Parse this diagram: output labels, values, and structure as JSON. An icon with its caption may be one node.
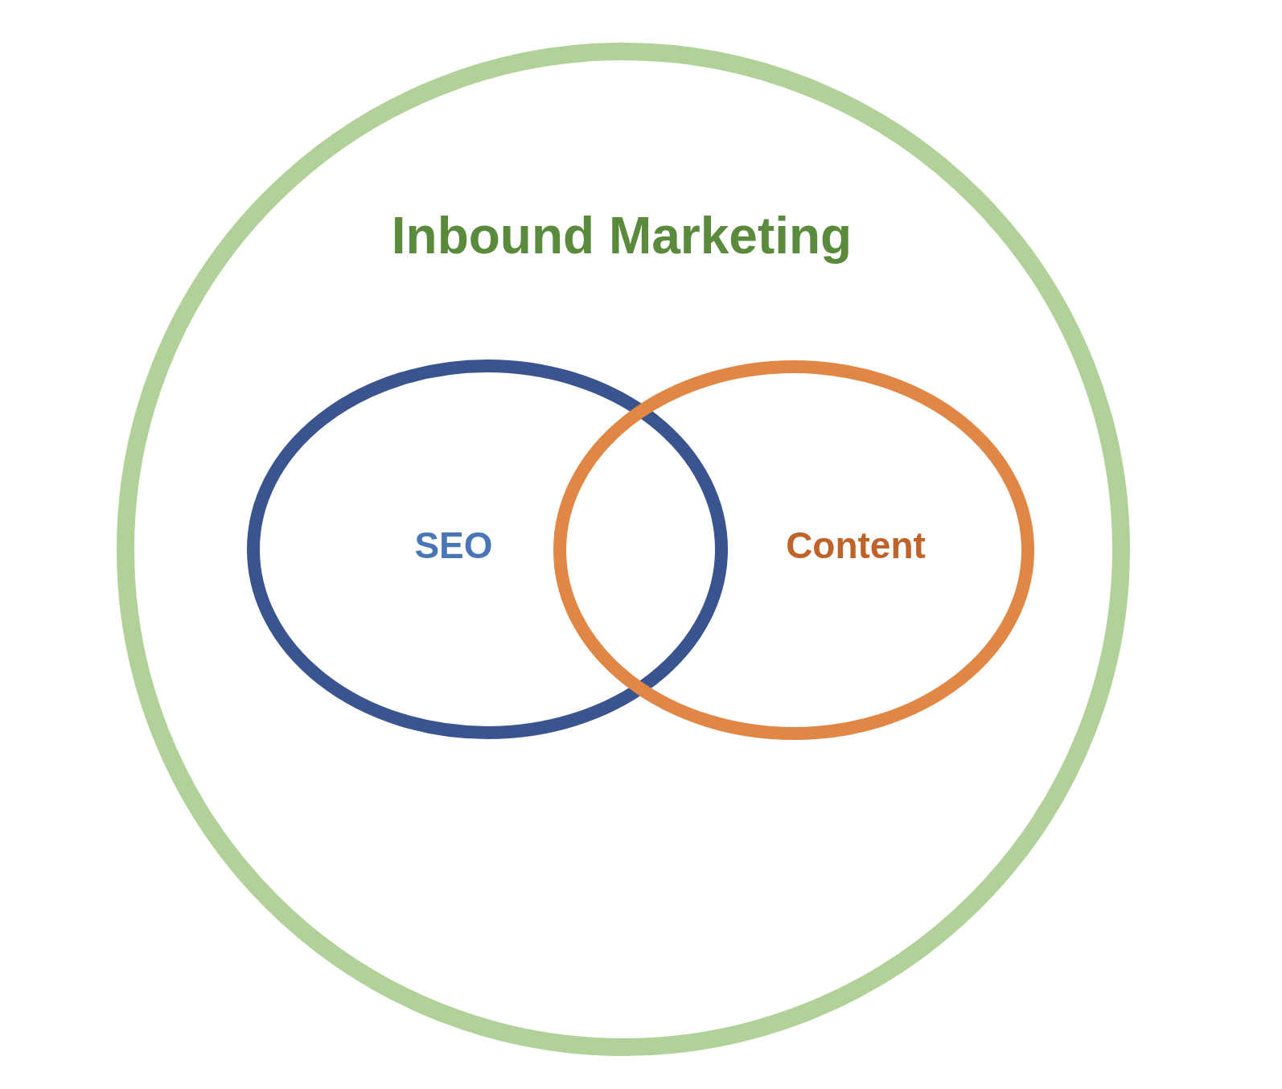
{
  "diagram": {
    "nodes": [
      {
        "text": [
          "Inbound Marketing"
        ]
      },
      {
        "text": [
          "SEO"
        ],
        "in": 0
      },
      {
        "text": [
          "Content"
        ],
        "in": 0
      }
    ]
  }
}
